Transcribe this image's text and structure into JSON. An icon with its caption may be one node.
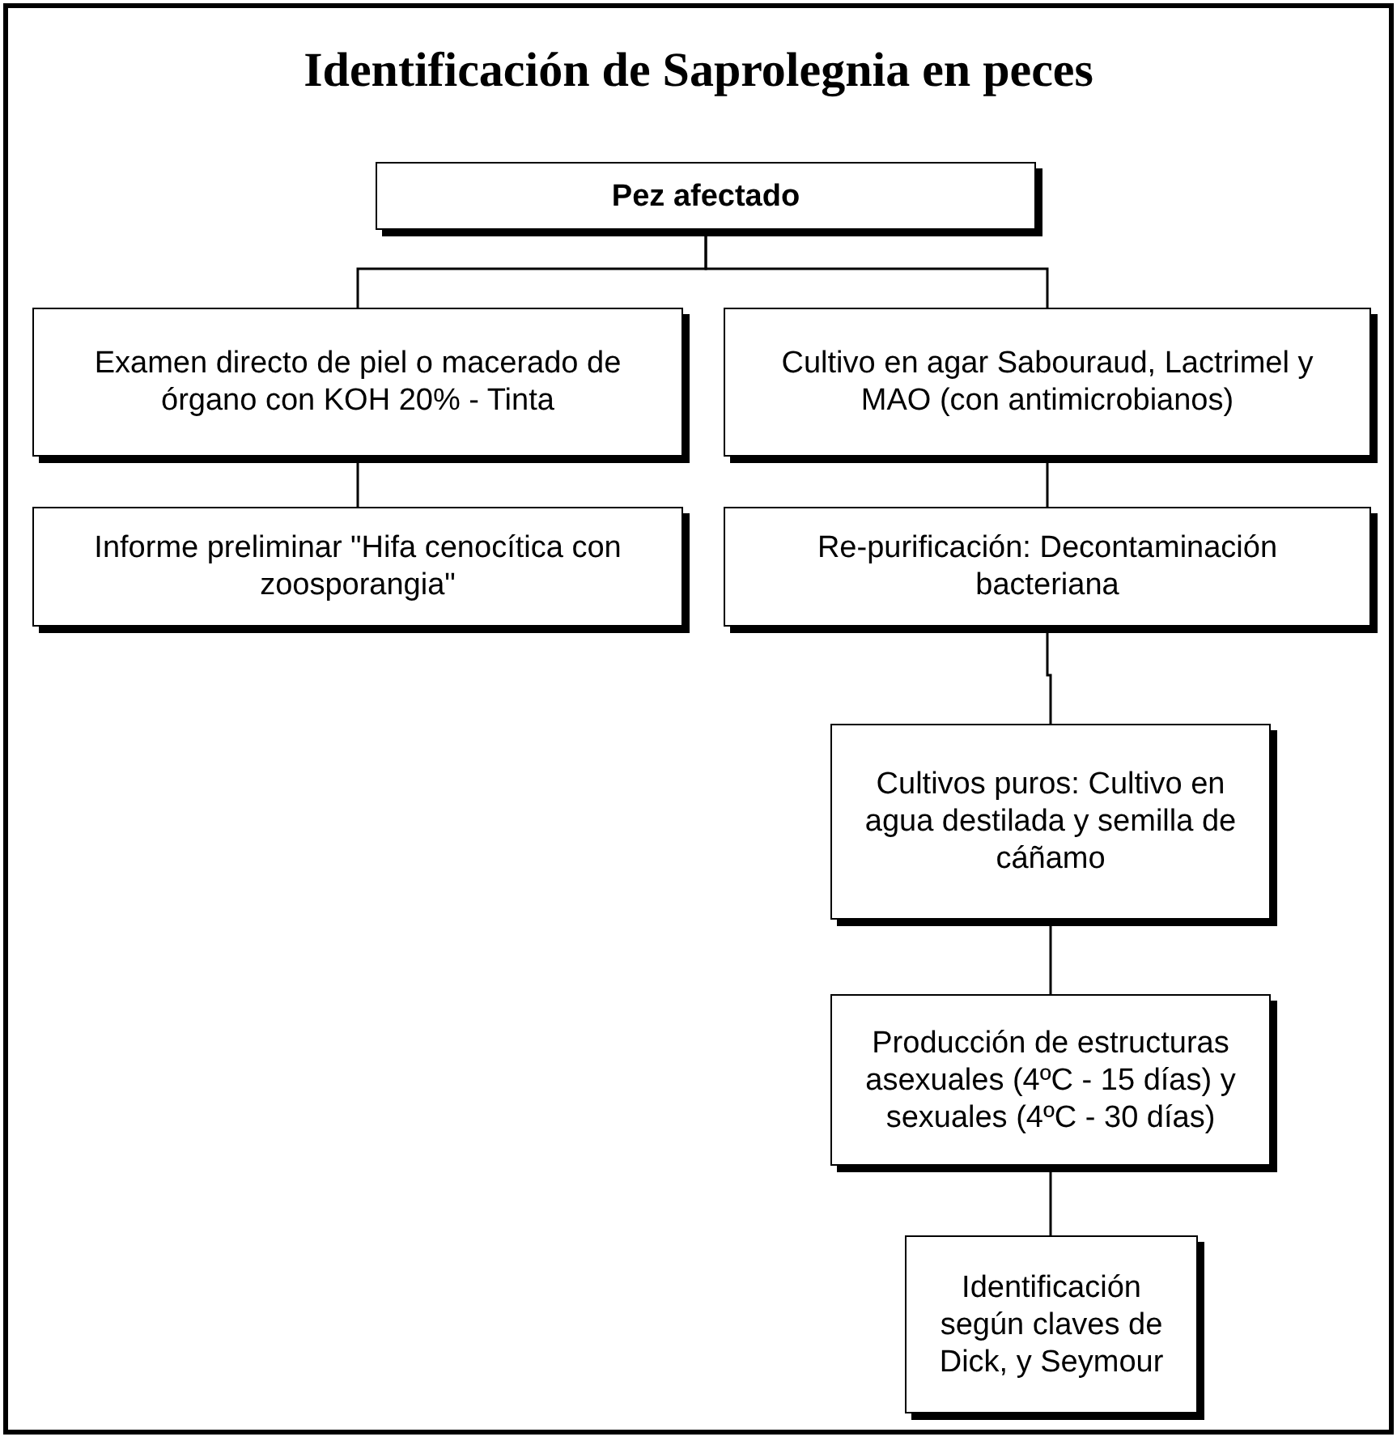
{
  "diagram": {
    "title": "Identificación de Saprolegnia en peces",
    "nodes": [
      {
        "text": [
          "Pez afectado"
        ]
      },
      {
        "text": [
          "Examen directo de piel o macerado de órgano con KOH 20% - Tinta"
        ]
      },
      {
        "text": [
          "Cultivo en agar Sabouraud, Lactrimel y MAO (con antimicrobianos)"
        ]
      },
      {
        "text": [
          "Informe preliminar \"Hifa cenocítica con zoosporangia\""
        ]
      },
      {
        "text": [
          "Re-purificación: Decontaminación bacteriana"
        ]
      },
      {
        "text": [
          "Cultivos puros: Cultivo en agua destilada y semilla de cáñamo"
        ]
      },
      {
        "text": [
          "Producción de estructuras asexuales (4ºC - 15 días) y sexuales (4ºC - 30 días)"
        ]
      },
      {
        "text": [
          "Identificación según claves de Dick, y Seymour"
        ]
      }
    ],
    "edges": [
      {
        "from": 0,
        "to": 1,
        "arrow": "none"
      },
      {
        "from": 0,
        "to": 2,
        "arrow": "none"
      },
      {
        "from": 1,
        "to": 3,
        "arrow": "none"
      },
      {
        "from": 2,
        "to": 4,
        "arrow": "none"
      },
      {
        "from": 4,
        "to": 5,
        "arrow": "none"
      },
      {
        "from": 5,
        "to": 6,
        "arrow": "none"
      },
      {
        "from": 6,
        "to": 7,
        "arrow": "none"
      }
    ]
  }
}
